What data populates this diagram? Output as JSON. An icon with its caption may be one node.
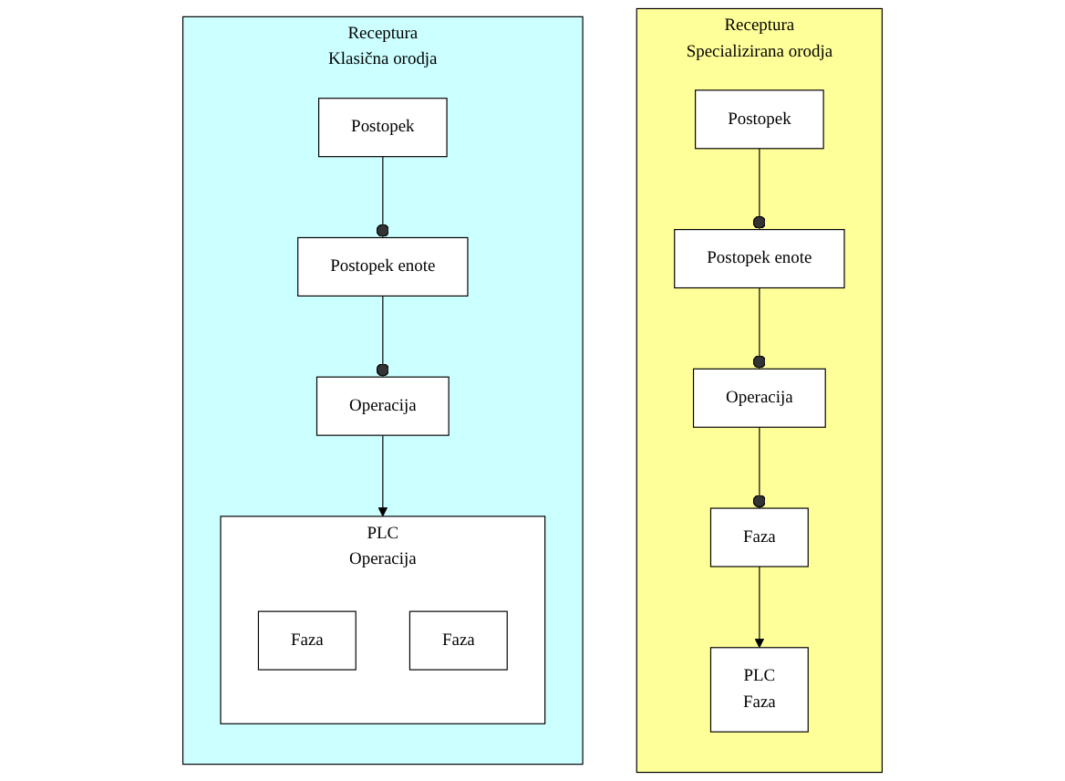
{
  "diagram": {
    "nodes": [
      {
        "text": [
          "Receptura",
          "Klasična orodja"
        ]
      },
      {
        "text": [
          "Postopek"
        ],
        "in": 0
      },
      {
        "text": [
          "Postopek enote"
        ],
        "in": 0
      },
      {
        "text": [
          "Operacija"
        ],
        "in": 0
      },
      {
        "text": [
          "PLC",
          "Operacija"
        ],
        "in": 0
      },
      {
        "text": [
          "Faza"
        ],
        "in": 4
      },
      {
        "text": [
          "Faza"
        ],
        "in": 4
      },
      {
        "text": [
          "Receptura",
          "Specializirana orodja"
        ]
      },
      {
        "text": [
          "Postopek"
        ],
        "in": 7
      },
      {
        "text": [
          "Postopek enote"
        ],
        "in": 7
      },
      {
        "text": [
          "Operacija"
        ],
        "in": 7
      },
      {
        "text": [
          "Faza"
        ],
        "in": 7
      },
      {
        "text": [
          "PLC",
          "Faza"
        ],
        "in": 7
      }
    ],
    "edges": [
      {
        "from": 1,
        "to": 2,
        "arrow": "other"
      },
      {
        "from": 2,
        "to": 3,
        "arrow": "other"
      },
      {
        "from": 3,
        "to": 4,
        "arrow": "to"
      },
      {
        "from": 8,
        "to": 9,
        "arrow": "other"
      },
      {
        "from": 9,
        "to": 10,
        "arrow": "other"
      },
      {
        "from": 10,
        "to": 11,
        "arrow": "other"
      },
      {
        "from": 11,
        "to": 12,
        "arrow": "to"
      }
    ]
  }
}
